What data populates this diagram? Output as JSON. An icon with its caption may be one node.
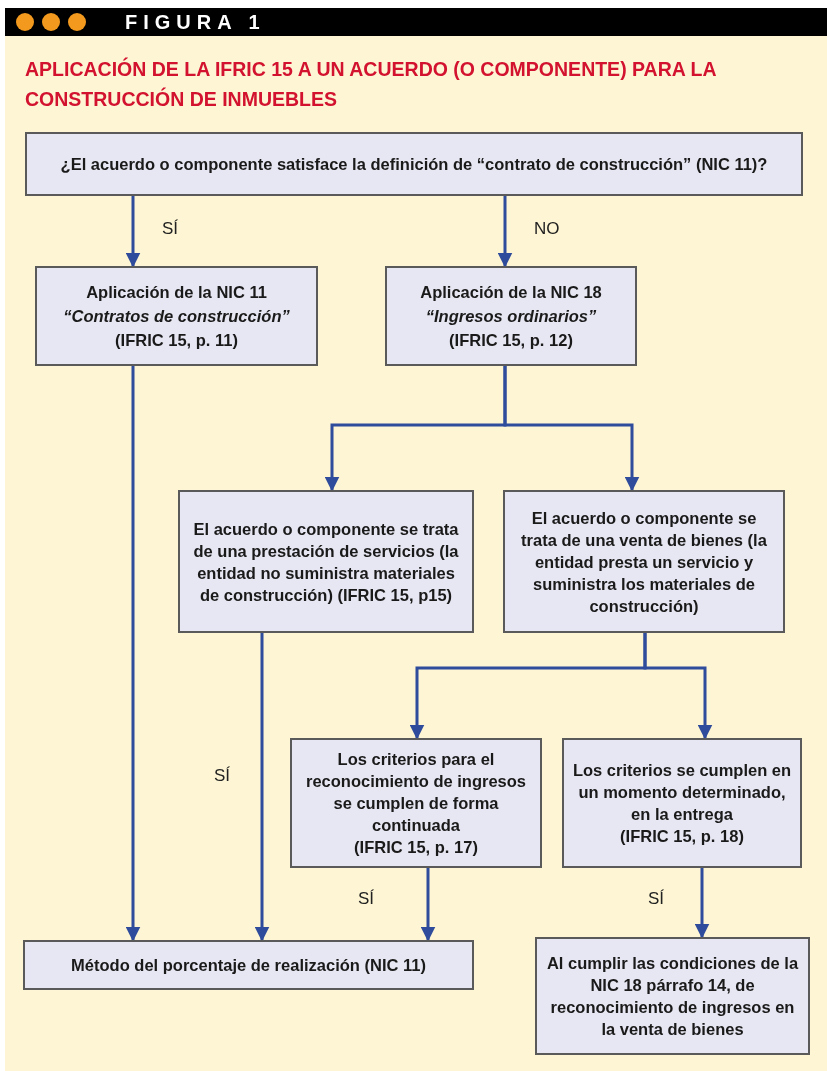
{
  "diagram": {
    "title": "APLICACIÓN DE LA IFRIC 15 A UN ACUERDO (O COMPONENTE) PARA LA CONSTRUCCIÓN DE INMUEBLES",
    "nodes": [
      {
        "text": [
          "¿El acuerdo o componente satisface la definición de “contrato de construcción” (NIC 11)?"
        ]
      },
      {
        "text": [
          "Aplicación de la NIC 11",
          "“Contratos de construcción”",
          "(IFRIC 15, p. 11)"
        ]
      },
      {
        "text": [
          "Aplicación de la NIC 18",
          "“Ingresos ordinarios”",
          "(IFRIC 15, p. 12)"
        ]
      },
      {
        "text": [
          "El acuerdo o componente se trata de una **prestación de servicios** (la entidad no suministra materiales de construcción) (IFRIC 15, p15)"
        ]
      },
      {
        "text": [
          "El acuerdo o componente se trata de una **venta de bienes** (la entidad presta un servicio y suministra los materiales de construcción)"
        ]
      },
      {
        "text": [
          "Los criterios para el reconocimiento de ingresos se cumplen de forma continuada",
          "(IFRIC 15, p. 17)"
        ]
      },
      {
        "text": [
          "Los criterios se cumplen en un momento determinado, en la entrega",
          "(IFRIC 15, p. 18)"
        ]
      },
      {
        "text": [
          "Método del porcentaje de realización (NIC 11)"
        ]
      },
      {
        "text": [
          "Al cumplir las condiciones de la NIC 18 párrafo 14, de reconocimiento de ingresos en la venta de bienes"
        ]
      }
    ],
    "edges": [
      {
        "from": 0,
        "to": 1,
        "arrow": "to",
        "label": "SÍ"
      },
      {
        "from": 0,
        "to": 2,
        "arrow": "to",
        "label": "NO"
      },
      {
        "from": 2,
        "to": 3,
        "arrow": "to"
      },
      {
        "from": 2,
        "to": 4,
        "arrow": "to"
      },
      {
        "from": 1,
        "to": 7,
        "arrow": "to"
      },
      {
        "from": 3,
        "to": 7,
        "arrow": "to",
        "label": "SÍ"
      },
      {
        "from": 4,
        "to": 5,
        "arrow": "to"
      },
      {
        "from": 4,
        "to": 6,
        "arrow": "to"
      },
      {
        "from": 5,
        "to": 7,
        "arrow": "to",
        "label": "SÍ"
      },
      {
        "from": 6,
        "to": 8,
        "arrow": "to",
        "label": "SÍ"
      }
    ],
    "labels": [
      "FIGURA 1"
    ]
  }
}
